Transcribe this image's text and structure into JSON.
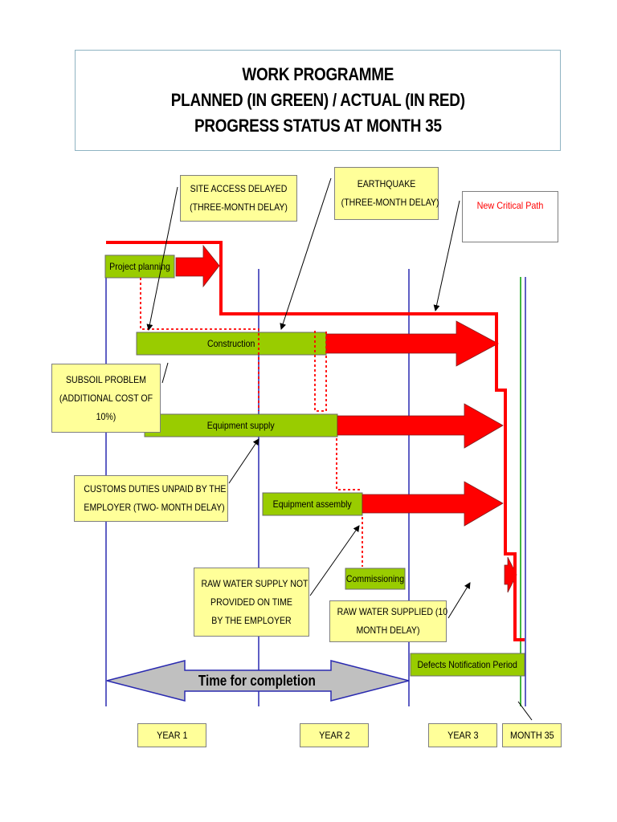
{
  "title": {
    "line1": "WORK PROGRAMME",
    "line2": "PLANNED (IN GREEN) / ACTUAL (IN RED)",
    "line3": "PROGRESS STATUS AT MONTH 35"
  },
  "colors": {
    "planned": "#99cc00",
    "actual": "#ff0000",
    "callout": "#ffff99",
    "year_line": "#2222bb",
    "month35_line": "#00a000",
    "arrow_grey": "#c0c0c0"
  },
  "activities": {
    "project_planning": "Project planning",
    "construction": "Construction",
    "equipment_supply": "Equipment supply",
    "equipment_assembly": "Equipment assembly",
    "commissioning": "Commissioning",
    "defects_notification": "Defects Notification Period"
  },
  "callouts": {
    "site_access": [
      "SITE ACCESS DELAYED",
      "(THREE-MONTH DELAY)"
    ],
    "earthquake": [
      "EARTHQUAKE",
      "(THREE-MONTH DELAY)"
    ],
    "subsoil": [
      "SUBSOIL PROBLEM",
      "(ADDITIONAL COST OF",
      "10%)"
    ],
    "customs": [
      "CUSTOMS DUTIES UNPAID BY THE",
      "EMPLOYER (TWO- MONTH DELAY)"
    ],
    "raw_water_not": [
      "RAW WATER SUPPLY NOT",
      "PROVIDED ON TIME",
      "BY THE EMPLOYER"
    ],
    "raw_water_supplied": [
      "RAW WATER SUPPLIED (10",
      "MONTH DELAY)"
    ]
  },
  "critical_path_label": "New Critical Path",
  "time_for_completion": "Time for completion",
  "timeline": {
    "year1": "YEAR 1",
    "year2": "YEAR 2",
    "year3": "YEAR 3",
    "month35": "MONTH 35"
  }
}
